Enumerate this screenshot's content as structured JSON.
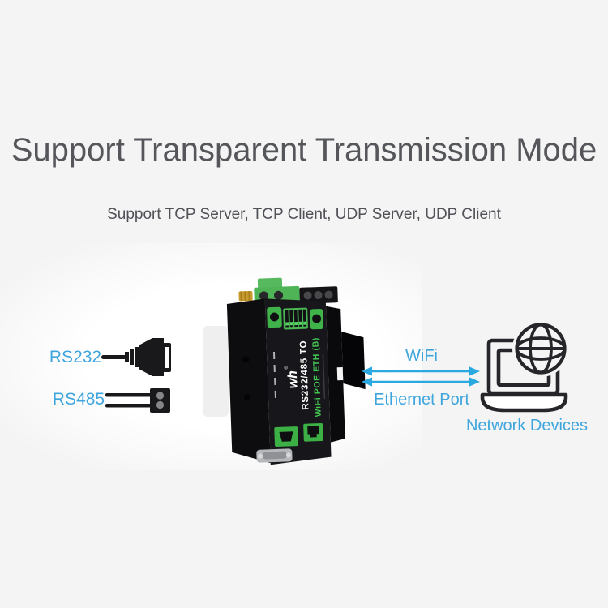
{
  "header": {
    "title": "Support Transparent Transmission Mode",
    "subtitle": "Support TCP Server, TCP Client, UDP Server, UDP Client"
  },
  "diagram": {
    "inputs": [
      {
        "label": "RS232",
        "icon": "rs232-db9-connector-icon"
      },
      {
        "label": "RS485",
        "icon": "rs485-terminal-connector-icon"
      }
    ],
    "device": {
      "line1": "RS232/485 TO",
      "line2": "WiFi POE ETH (B)",
      "logo": "wh"
    },
    "links": [
      {
        "label": "WiFi"
      },
      {
        "label": "Ethernet Port"
      }
    ],
    "endpoint": {
      "label": "Network Devices",
      "icon": "laptop-globe-icon"
    }
  },
  "colors": {
    "background": "#f4f4f5",
    "title_gray": "#55565a",
    "label_blue": "#3fa6dd",
    "arrow_blue": "#2aa8e0",
    "device_black": "#17171b",
    "device_green": "#45b34c"
  }
}
